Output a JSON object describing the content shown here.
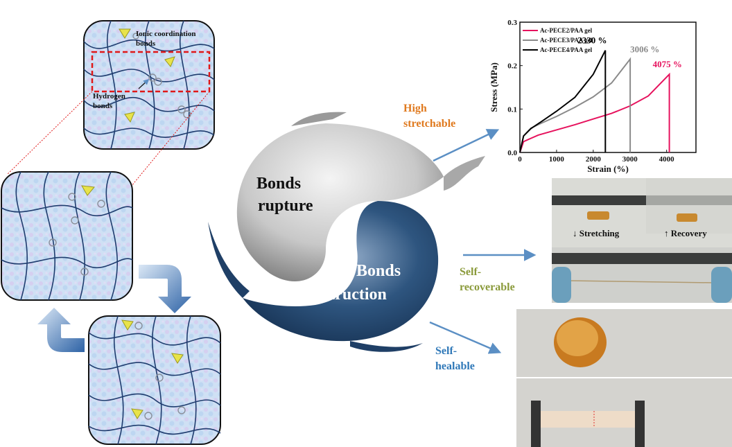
{
  "panels": {
    "top_network": {
      "label_ionic": "Ionic coordination bonds",
      "label_hydrogen": "Hydrogen bonds"
    }
  },
  "yin_yang": {
    "top_text_line1": "Bonds",
    "top_text_line2": "rupture",
    "bottom_text_line1": "Bonds",
    "bottom_text_line2": "reconstruction"
  },
  "properties": [
    {
      "line1": "High",
      "line2": "stretchable",
      "color": "#e07a1f"
    },
    {
      "line1": "Self-",
      "line2": "recoverable",
      "color": "#8a9a3a"
    },
    {
      "line1": "Self-",
      "line2": "healable",
      "color": "#2f78b8"
    }
  ],
  "photos": {
    "stretching_label": "↓ Stretching",
    "recovery_label": "↑ Recovery"
  },
  "chart_data": {
    "type": "line",
    "xlabel": "Strain (%)",
    "ylabel": "Stress (MPa)",
    "xlim": [
      0,
      4800
    ],
    "ylim": [
      0,
      0.3
    ],
    "xticks": [
      "0",
      "1000",
      "2000",
      "3000",
      "4000"
    ],
    "yticks": [
      "0.0",
      "0.1",
      "0.2",
      "0.3"
    ],
    "legend_placement": "top-left",
    "series": [
      {
        "name": "Ac-PECE2/PAA gel",
        "color": "#e6125d",
        "end_label": "4075 %",
        "points": [
          [
            0,
            0
          ],
          [
            100,
            0.025
          ],
          [
            500,
            0.04
          ],
          [
            1000,
            0.052
          ],
          [
            1500,
            0.064
          ],
          [
            2000,
            0.077
          ],
          [
            2500,
            0.09
          ],
          [
            3000,
            0.107
          ],
          [
            3500,
            0.13
          ],
          [
            4075,
            0.18
          ],
          [
            4075,
            0
          ]
        ]
      },
      {
        "name": "Ac-PECE3/PAA gel",
        "color": "#8a8a8a",
        "end_label": "3006 %",
        "points": [
          [
            0,
            0
          ],
          [
            100,
            0.038
          ],
          [
            300,
            0.056
          ],
          [
            600,
            0.068
          ],
          [
            1000,
            0.083
          ],
          [
            1500,
            0.104
          ],
          [
            2000,
            0.128
          ],
          [
            2500,
            0.16
          ],
          [
            3006,
            0.215
          ],
          [
            3006,
            0
          ]
        ]
      },
      {
        "name": "Ac-PECE4/PAA gel",
        "color": "#000000",
        "end_label": "2330 %",
        "points": [
          [
            0,
            0
          ],
          [
            100,
            0.038
          ],
          [
            300,
            0.055
          ],
          [
            600,
            0.072
          ],
          [
            1000,
            0.095
          ],
          [
            1500,
            0.127
          ],
          [
            2000,
            0.18
          ],
          [
            2330,
            0.235
          ],
          [
            2330,
            0
          ]
        ]
      }
    ]
  }
}
